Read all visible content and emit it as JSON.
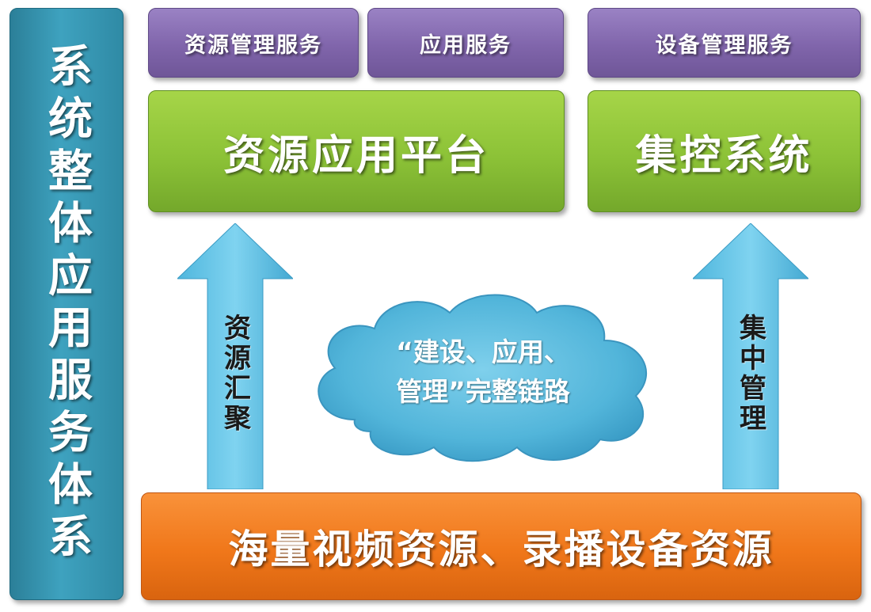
{
  "side_title": "系统整体应用服务体系",
  "services": {
    "resource_mgmt": "资源管理服务",
    "app_service": "应用服务",
    "device_mgmt": "设备管理服务"
  },
  "platforms": {
    "resource_app": "资源应用平台",
    "central_control": "集控系统"
  },
  "base": "海量视频资源、录播设备资源",
  "arrows": {
    "left_label": "资源汇聚",
    "right_label": "集中管理"
  },
  "cloud": {
    "line1": "“建设、应用、",
    "line2": "管理”完整链路"
  },
  "colors": {
    "side": "#3498b4",
    "purple": "#8065ab",
    "green": "#8cc237",
    "orange": "#f0771a",
    "arrow": "#5fc0e4",
    "cloud": "#5bbcde"
  }
}
